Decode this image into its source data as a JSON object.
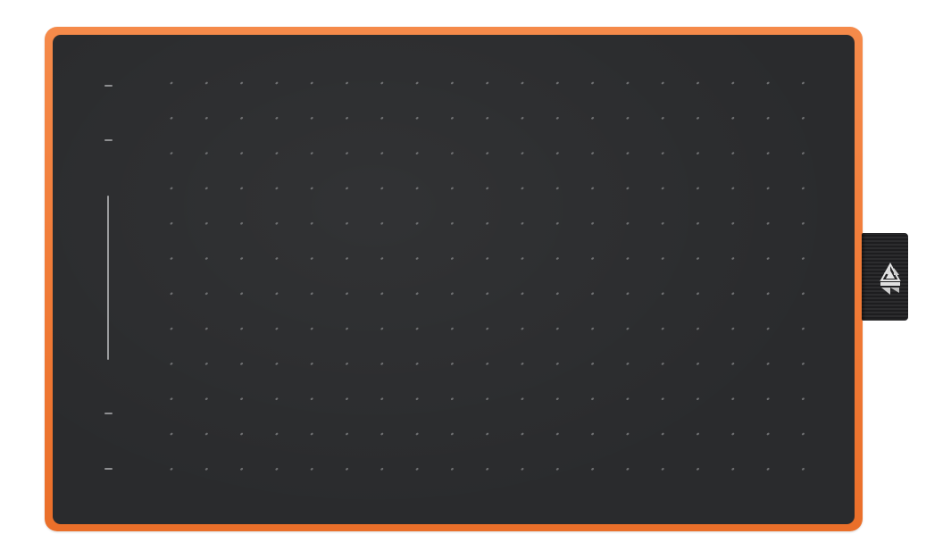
{
  "product": {
    "kind": "pen tablet",
    "frame_color": "#f07a36",
    "surface_color": "#2a2b2d",
    "dot_color": "#6f7072",
    "mark_color": "#8e8f91"
  },
  "active_area": {
    "dot_grid": {
      "columns": 19,
      "rows": 12
    }
  },
  "side_keys": {
    "count": 4
  },
  "touch_strip": {
    "present": true
  },
  "pen_loop": {
    "present": true,
    "logo_icon": "brand-logo-icon",
    "texture": "ribbed fabric"
  }
}
